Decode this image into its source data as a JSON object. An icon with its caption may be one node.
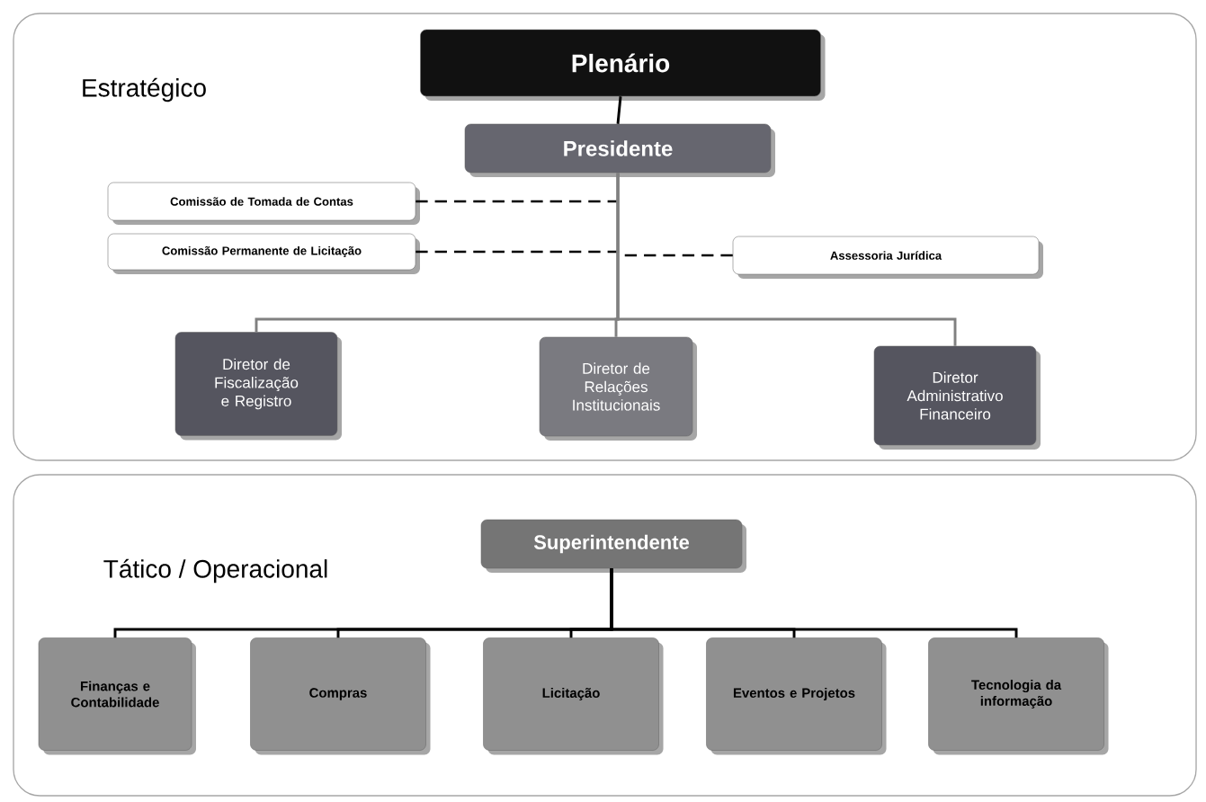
{
  "diagram": {
    "nodes": [
      {
        "text": [
          "Estratégico"
        ]
      },
      {
        "text": [
          "Plenário"
        ],
        "in": 0
      },
      {
        "text": [
          "Presidente"
        ],
        "in": 0
      },
      {
        "text": [
          "Comissão de Tomada de Contas"
        ],
        "in": 0
      },
      {
        "text": [
          "Comissão Permanente de Licitação"
        ],
        "in": 0
      },
      {
        "text": [
          "Assessoria Jurídica"
        ],
        "in": 0
      },
      {
        "text": [
          "Diretor de Fiscalização e Registro"
        ],
        "in": 0
      },
      {
        "text": [
          "Diretor de Relações Institucionais"
        ],
        "in": 0
      },
      {
        "text": [
          "Diretor Administrativo Financeiro"
        ],
        "in": 0
      },
      {
        "text": [
          "Tático / Operacional"
        ]
      },
      {
        "text": [
          "Superintendente"
        ],
        "in": 9
      },
      {
        "text": [
          "Finanças e Contabilidade"
        ],
        "in": 9
      },
      {
        "text": [
          "Compras"
        ],
        "in": 9
      },
      {
        "text": [
          "Licitação"
        ],
        "in": 9
      },
      {
        "text": [
          "Eventos e Projetos"
        ],
        "in": 9
      },
      {
        "text": [
          "Tecnologia da informação"
        ],
        "in": 9
      }
    ],
    "edges": [
      {
        "from": 1,
        "to": 2,
        "arrow": "none"
      },
      {
        "from": 3,
        "to": 2,
        "arrow": "none",
        "style": "dashed"
      },
      {
        "from": 4,
        "to": 2,
        "arrow": "none",
        "style": "dashed"
      },
      {
        "from": 5,
        "to": 2,
        "arrow": "none",
        "style": "dashed"
      },
      {
        "from": 2,
        "to": 6,
        "arrow": "none",
        "color": "#808080"
      },
      {
        "from": 2,
        "to": 7,
        "arrow": "none",
        "color": "#808080"
      },
      {
        "from": 2,
        "to": 8,
        "arrow": "none",
        "color": "#808080"
      },
      {
        "from": 10,
        "to": 11,
        "arrow": "none"
      },
      {
        "from": 10,
        "to": 12,
        "arrow": "none"
      },
      {
        "from": 10,
        "to": 13,
        "arrow": "none"
      },
      {
        "from": 10,
        "to": 14,
        "arrow": "none"
      },
      {
        "from": 10,
        "to": 15,
        "arrow": "none"
      }
    ]
  }
}
